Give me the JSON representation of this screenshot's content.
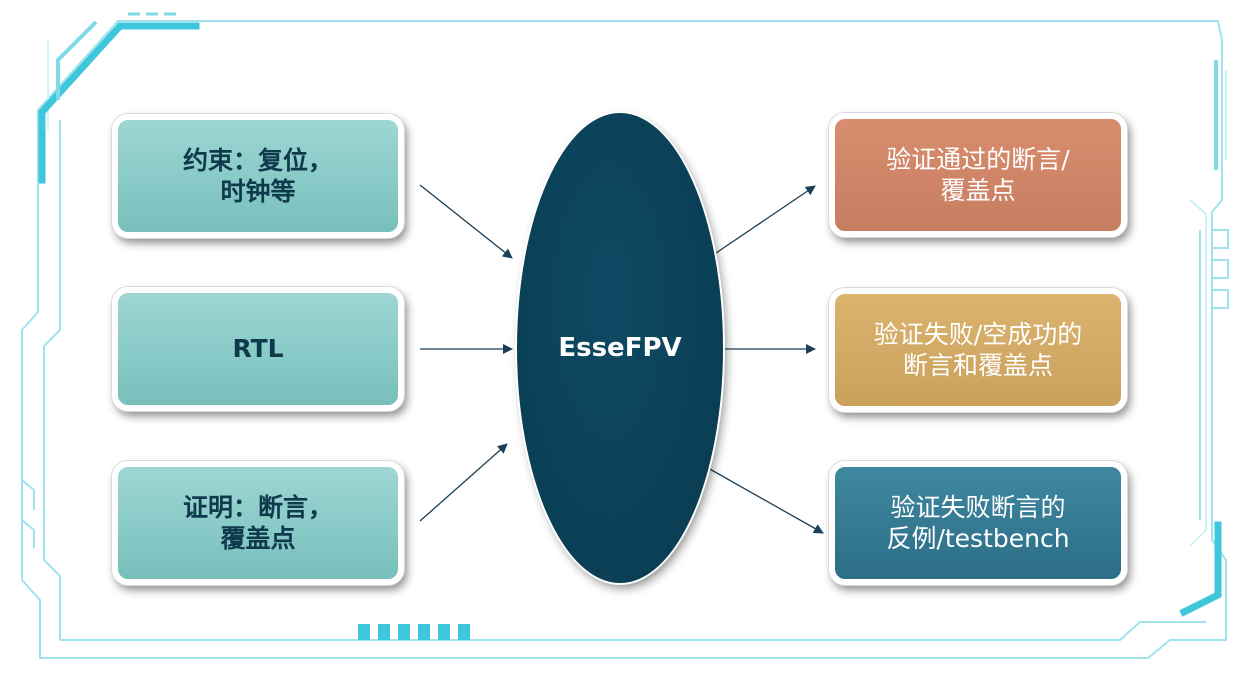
{
  "inputs": [
    {
      "id": "constraints",
      "label": "约束：复位，\n时钟等"
    },
    {
      "id": "rtl",
      "label": "RTL"
    },
    {
      "id": "proof-targets",
      "label": "证明：断言，\n覆盖点"
    }
  ],
  "tool": {
    "label": "EsseFPV"
  },
  "outputs": [
    {
      "id": "verified",
      "label": "验证通过的断言/\n覆盖点",
      "color": "#cf876a"
    },
    {
      "id": "failed-vacuous",
      "label": "验证失败/空成功的\n断言和覆盖点",
      "color": "#d4a96a"
    },
    {
      "id": "counterexample",
      "label": "验证失败断言的\n反例/testbench",
      "color": "#357b94"
    }
  ],
  "colors": {
    "input_box": "#8ccbc8",
    "input_text": "#0f3a4c",
    "tool": "#0b4259",
    "arrow": "#1d3f57",
    "frame_accent": "#3ec7dc"
  }
}
